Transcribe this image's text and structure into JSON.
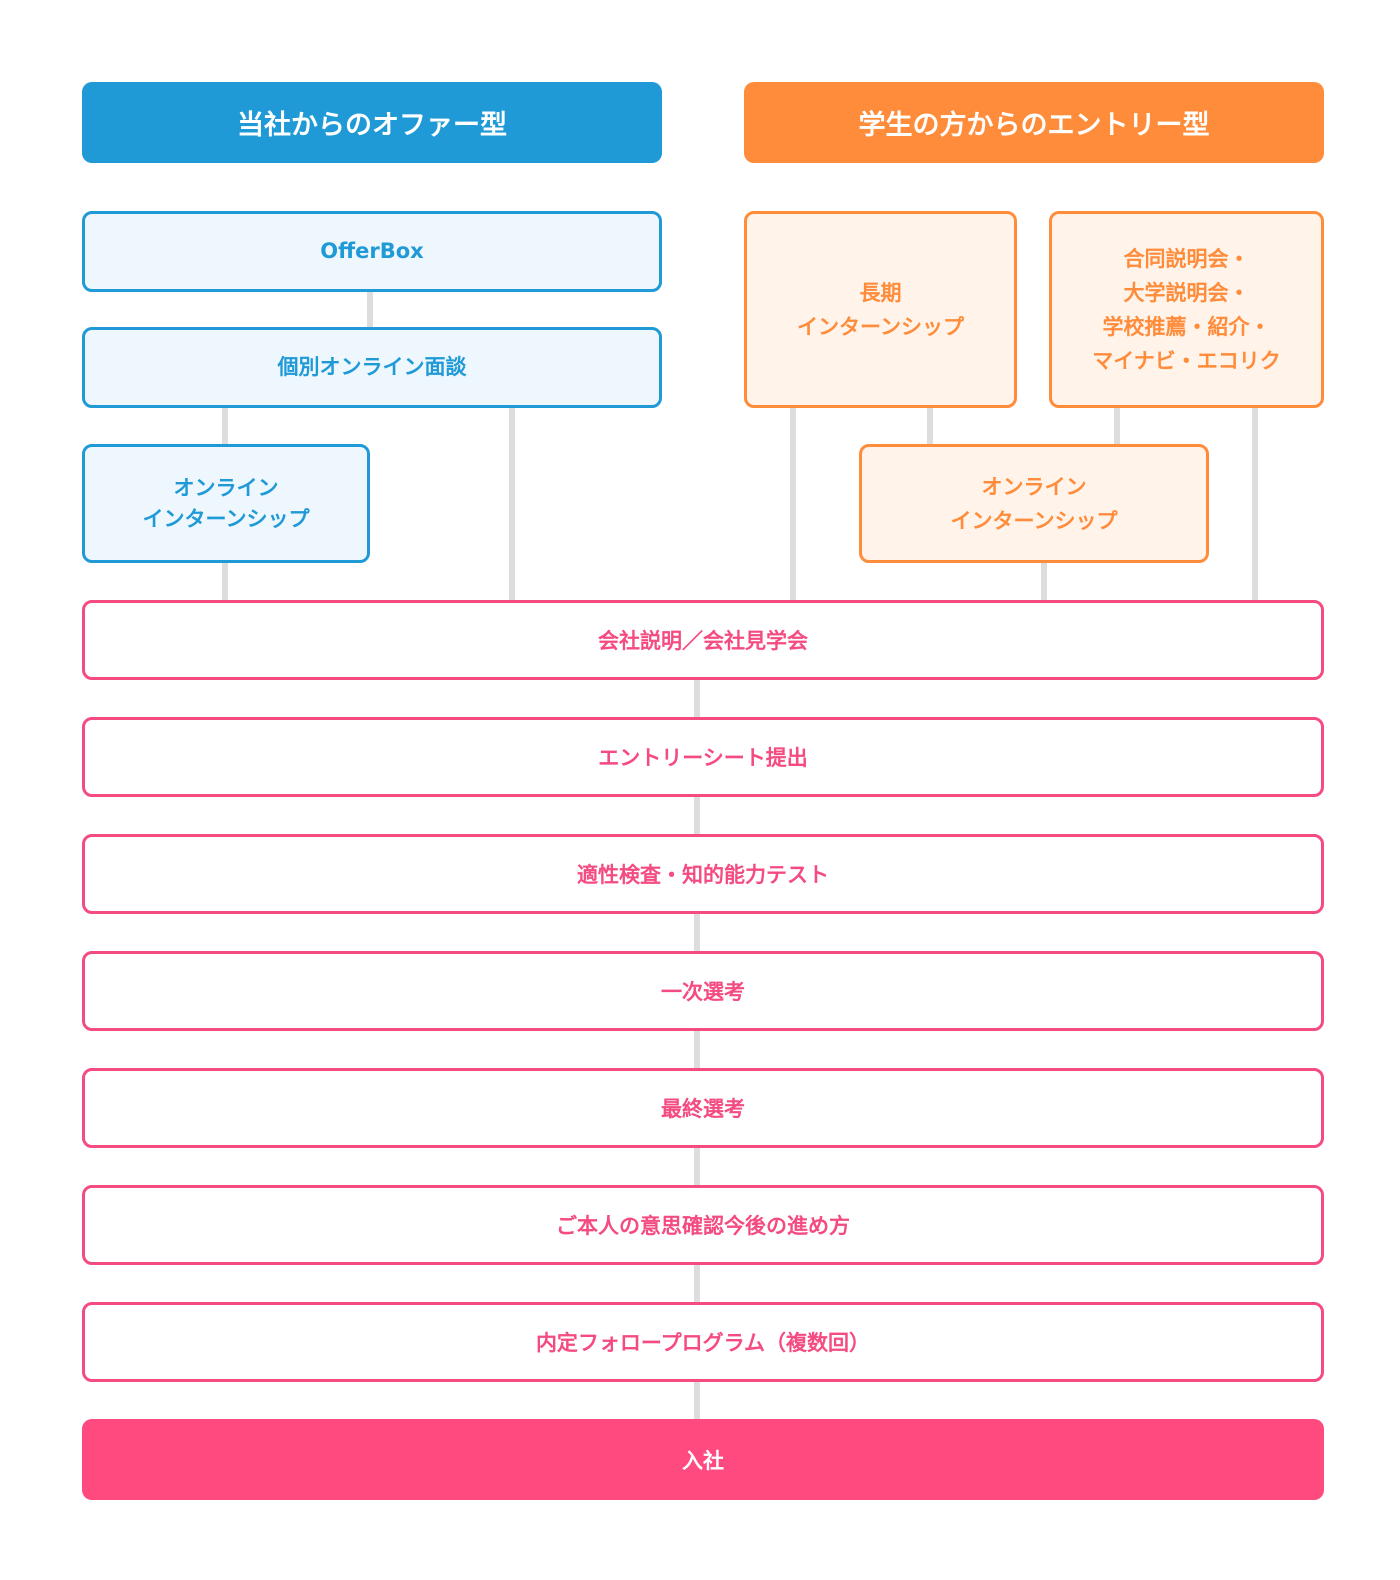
{
  "headers": {
    "offer": "当社からのオファー型",
    "entry": "学生の方からのエントリー型"
  },
  "offer_route": {
    "offerbox": "OfferBox",
    "interview": "個別オンライン面談",
    "internship": "オンライン\nインターンシップ"
  },
  "entry_route": {
    "long_internship": "長期\nインターンシップ",
    "events": "合同説明会・\n大学説明会・\n学校推薦・紹介・\nマイナビ・エコリク",
    "online_internship": "オンライン\nインターンシップ"
  },
  "steps": [
    "会社説明／会社見学会",
    "エントリーシート提出",
    "適性検査・知的能力テスト",
    "一次選考",
    "最終選考",
    "ご本人の意思確認今後の進め方",
    "内定フォロープログラム（複数回）"
  ],
  "final_step": "入社",
  "colors": {
    "offer_blue": "#1f9ad6",
    "entry_orange": "#ff8c3a",
    "step_pink": "#f44b81",
    "final_pink": "#ff4a80",
    "connector_gray": "#dddddd"
  }
}
